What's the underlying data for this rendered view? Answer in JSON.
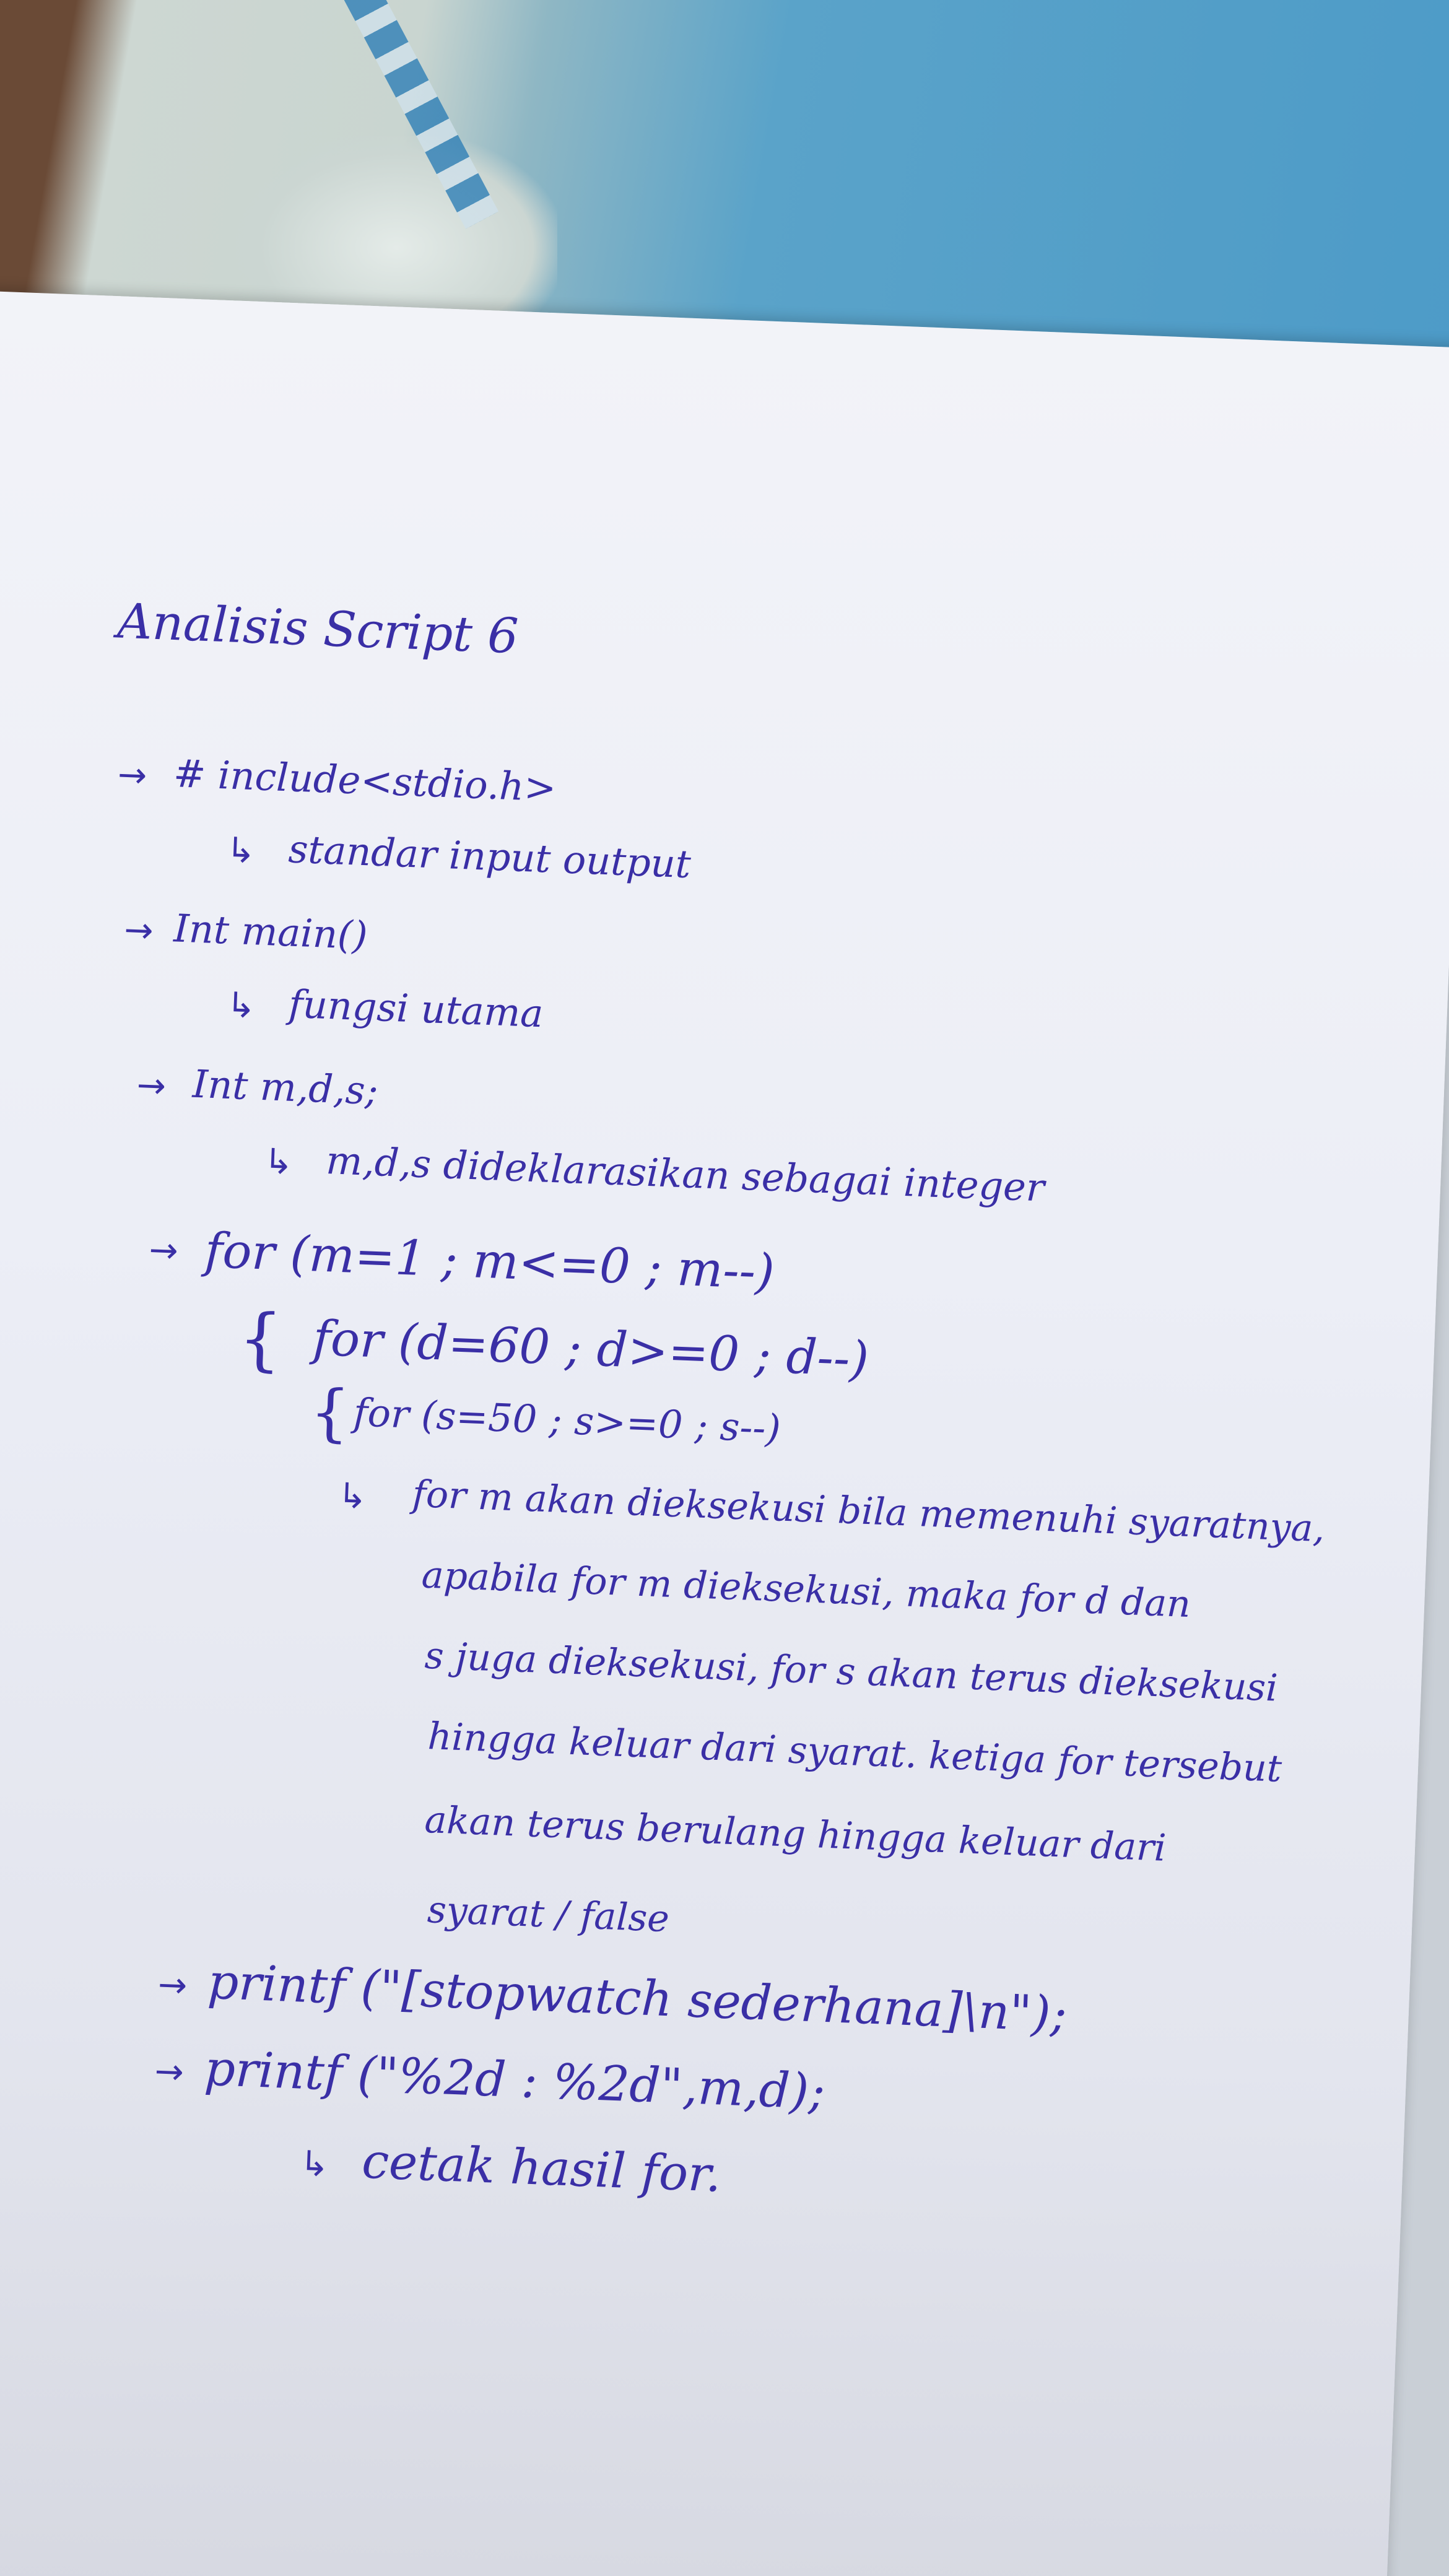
{
  "document": {
    "title": "Analisis Script 6",
    "lines": [
      {
        "marker": "→",
        "text": "# include<stdio.h>"
      },
      {
        "marker": "↳",
        "text": "standar input output"
      },
      {
        "marker": "→",
        "text": "Int main()"
      },
      {
        "marker": "↳",
        "text": "fungsi utama"
      },
      {
        "marker": "→",
        "text": "Int m,d,s;"
      },
      {
        "marker": "↳",
        "text": "m,d,s dideklarasikan sebagai integer"
      },
      {
        "marker": "→",
        "text": "for (m=1 ; m<=0 ; m--)"
      },
      {
        "marker": "{",
        "text": "for (d=60 ; d>=0 ; d--)"
      },
      {
        "marker": "{",
        "text": "for (s=50 ; s>=0 ; s--)"
      },
      {
        "marker": "↳",
        "text": "for m akan dieksekusi bila memenuhi syaratnya,"
      },
      {
        "marker": "",
        "text": "apabila for m dieksekusi, maka for d dan"
      },
      {
        "marker": "",
        "text": "s juga dieksekusi, for s akan terus dieksekusi"
      },
      {
        "marker": "",
        "text": "hingga keluar dari syarat. ketiga for tersebut"
      },
      {
        "marker": "",
        "text": "akan terus berulang hingga keluar dari"
      },
      {
        "marker": "",
        "text": "syarat / false"
      },
      {
        "marker": "→",
        "text": "printf (\"[stopwatch sederhana]\\n\");"
      },
      {
        "marker": "→",
        "text": "printf (\"%2d : %2d\",m,d);"
      },
      {
        "marker": "↳",
        "text": "cetak hasil for."
      }
    ]
  },
  "colors": {
    "ink": "#3a2fa6",
    "paper": "#eceef6"
  }
}
